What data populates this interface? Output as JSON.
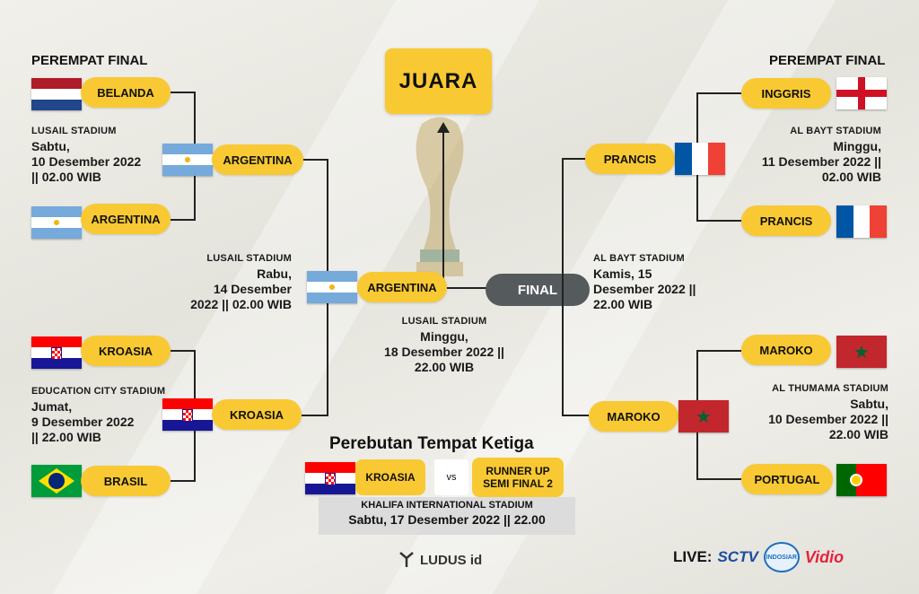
{
  "header": {
    "qf_left": "PEREMPAT FINAL",
    "qf_right": "PEREMPAT FINAL",
    "juara": "JUARA"
  },
  "left": {
    "qf1": {
      "team_a": "BELANDA",
      "team_b": "ARGENTINA",
      "winner": "ARGENTINA",
      "venue": "LUSAIL STADIUM",
      "date": "Sabtu,\n10  Desember 2022\n|| 02.00 WIB"
    },
    "qf2": {
      "team_a": "KROASIA",
      "team_b": "BRASIL",
      "winner": "KROASIA",
      "venue": "EDUCATION CITY STADIUM",
      "date": "Jumat,\n9 Desember 2022\n|| 22.00 WIB"
    },
    "sf": {
      "winner": "ARGENTINA",
      "venue": "LUSAIL STADIUM",
      "date": "Rabu,\n14  Desember\n2022 || 02.00 WIB"
    }
  },
  "right": {
    "qf1": {
      "team_a": "INGGRIS",
      "team_b": "PRANCIS",
      "winner": "PRANCIS",
      "venue": "AL BAYT STADIUM",
      "date": "Minggu,\n11  Desember 2022 ||\n02.00 WIB"
    },
    "qf2": {
      "team_a": "MAROKO",
      "team_b": "PORTUGAL",
      "winner": "MAROKO",
      "venue": "AL THUMAMA STADIUM",
      "date": "Sabtu,\n10  Desember 2022 ||\n22.00 WIB"
    },
    "sf": {
      "label": "FINAL",
      "venue": "AL BAYT STADIUM",
      "date": "Kamis, 15\nDesember 2022 ||\n22.00 WIB"
    }
  },
  "final": {
    "venue": "LUSAIL STADIUM",
    "date": "Minggu,\n18 Desember 2022 ||\n22.00 WIB"
  },
  "third_place": {
    "title": "Perebutan Tempat Ketiga",
    "team_a": "KROASIA",
    "vs": "vs",
    "team_b": "RUNNER UP\nSEMI FINAL 2",
    "venue": "KHALIFA INTERNATIONAL STADIUM",
    "date": "Sabtu, 17 Desember 2022 || 22.00"
  },
  "footer": {
    "brand": "LUDUS id",
    "live": "LIVE:",
    "sctv": "SCTV",
    "indosiar": "INDOSIAR",
    "vidio": "Vidio"
  },
  "colors": {
    "pill": "#f9c933",
    "final_pill": "#555a5c",
    "line": "#222222"
  }
}
